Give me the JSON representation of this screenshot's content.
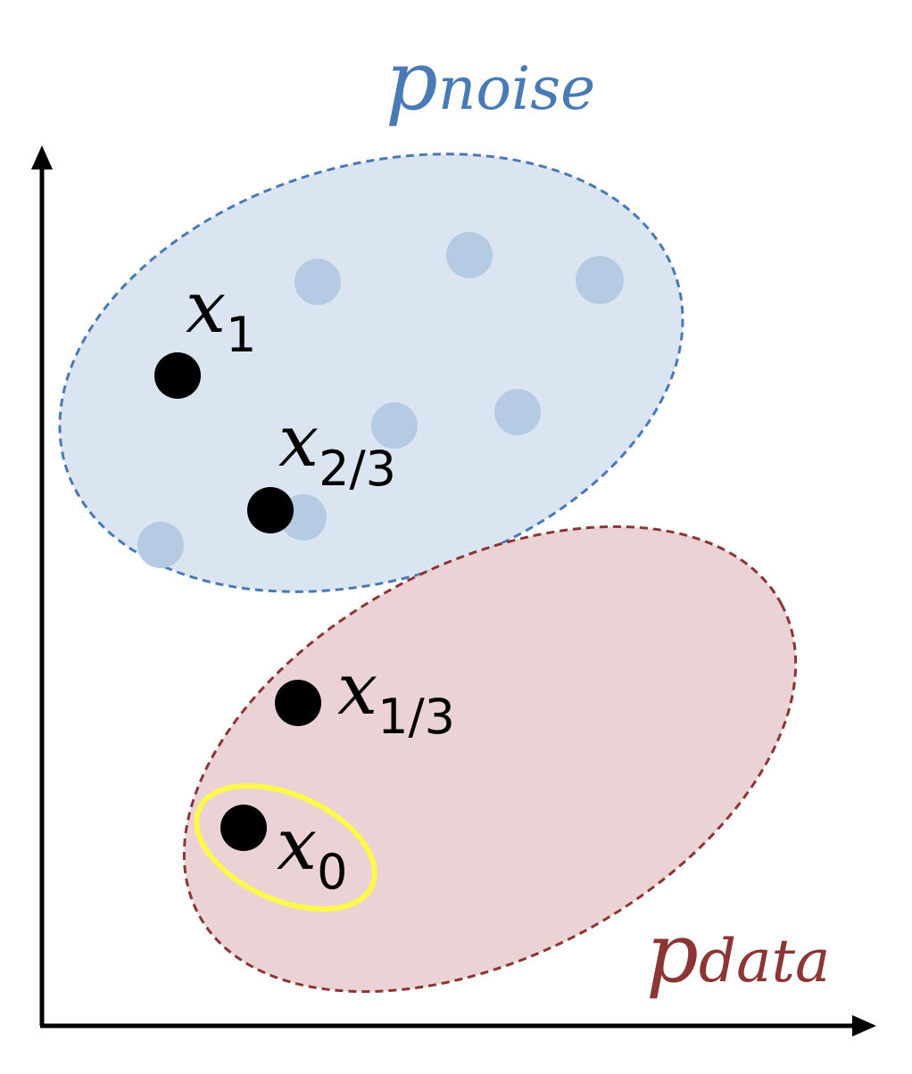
{
  "labels": {
    "p_noise": {
      "base": "p",
      "sub": "noise"
    },
    "p_data": {
      "base": "p",
      "sub": "data"
    },
    "x1": {
      "base": "x",
      "sub": "1"
    },
    "x23": {
      "base": "x",
      "sub": "2/3"
    },
    "x13": {
      "base": "x",
      "sub": "1/3"
    },
    "x0": {
      "base": "x",
      "sub": "0"
    }
  },
  "colors": {
    "noise_fill": "#dae5f1",
    "noise_stroke": "#4a7ab5",
    "noise_dots": "#b4cbe3",
    "data_fill": "#ebd3d5",
    "data_stroke": "#8b3535",
    "highlight": "#fdf84a",
    "points": "#000000"
  }
}
